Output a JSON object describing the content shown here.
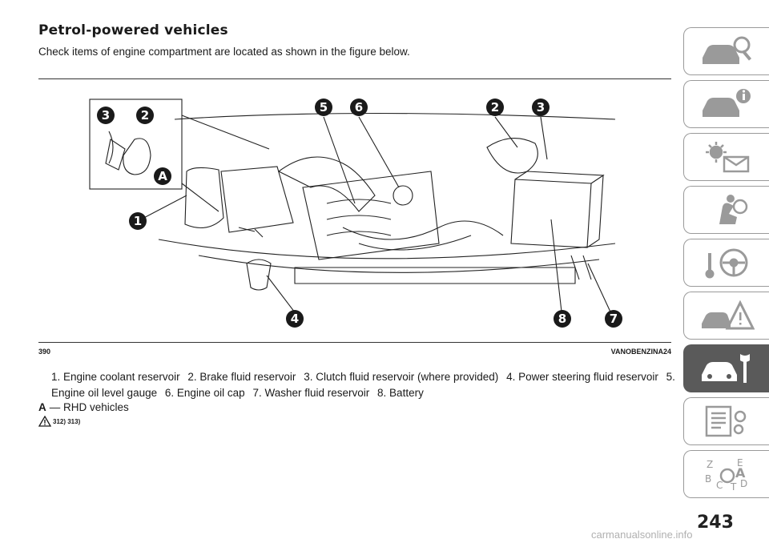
{
  "section": {
    "title": "Petrol-powered vehicles",
    "intro": "Check items of engine compartment are located as shown in the figure below."
  },
  "figure": {
    "number": "390",
    "code": "VANOBENZINA24",
    "callouts": [
      "3",
      "2",
      "A",
      "5",
      "6",
      "2",
      "3",
      "1",
      "4",
      "8",
      "7"
    ]
  },
  "legend": [
    "1. Engine coolant reservoir",
    "2. Brake fluid reservoir",
    "3. Clutch fluid reservoir (where provided)",
    "4. Power steering fluid reservoir",
    "5. Engine oil level gauge",
    "6. Engine oil cap",
    "7. Washer fluid reservoir",
    "8. Battery"
  ],
  "note": {
    "label": "A",
    "text": "— RHD vehicles"
  },
  "warning_refs": "312) 313)",
  "page_number": "243",
  "watermark": "carmanualsonline.info",
  "tabs": [
    {
      "icon": "car-search-icon"
    },
    {
      "icon": "car-info-icon"
    },
    {
      "icon": "warning-light-message-icon"
    },
    {
      "icon": "airbag-seat-icon"
    },
    {
      "icon": "key-steering-wheel-icon"
    },
    {
      "icon": "car-breakdown-icon"
    },
    {
      "icon": "car-maintenance-icon",
      "active": true
    },
    {
      "icon": "specs-gear-icon"
    },
    {
      "icon": "alphabet-index-icon"
    }
  ],
  "colors": {
    "ink": "#1a1a1a",
    "tab_border": "#9a9a9a",
    "tab_active": "#5a5a5a",
    "watermark": "#b0b0b0"
  }
}
